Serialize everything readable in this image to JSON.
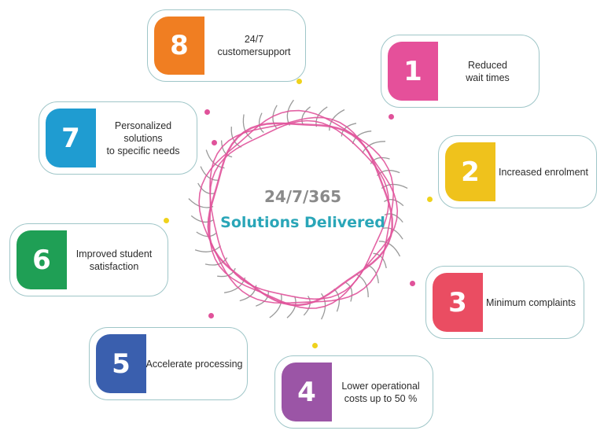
{
  "center": {
    "line1": "24/7/365",
    "line2": "Solutions Delivered",
    "line1_color": "#8a8a8a",
    "line2_color": "#2aa6b8",
    "ring_color": "#e0529a"
  },
  "items": [
    {
      "number": "1",
      "text": "Reduced\nwait times",
      "color": "#e5509a"
    },
    {
      "number": "2",
      "text": "Increased enrolment",
      "color": "#efc21c"
    },
    {
      "number": "3",
      "text": "Minimum complaints",
      "color": "#ea4d62"
    },
    {
      "number": "4",
      "text": "Lower operational\ncosts up to 50 %",
      "color": "#9b55a6"
    },
    {
      "number": "5",
      "text": "Accelerate processing",
      "color": "#3a5fae"
    },
    {
      "number": "6",
      "text": "Improved student\nsatisfaction",
      "color": "#1f9f55"
    },
    {
      "number": "7",
      "text": "Personalized solutions\nto specific needs",
      "color": "#1f9cd1"
    },
    {
      "number": "8",
      "text": "24/7\ncustomersupport",
      "color": "#f07e22"
    }
  ],
  "dot_colors": {
    "pink": "#e0529a",
    "yellow": "#efd21c"
  }
}
